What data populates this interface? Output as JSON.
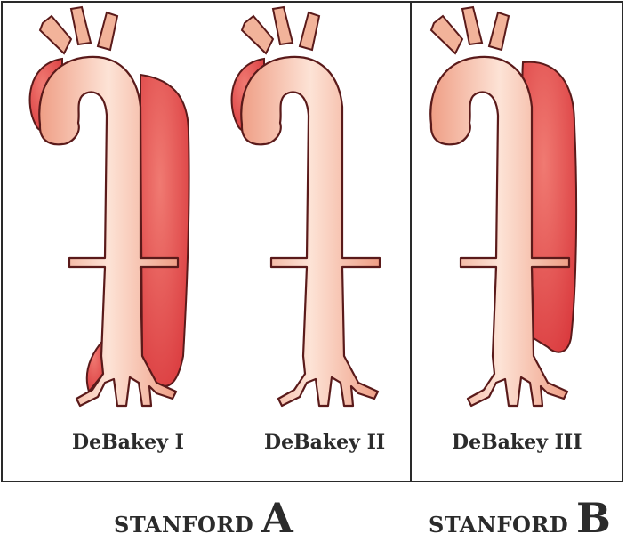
{
  "panels": [
    {
      "label": "DeBakey I"
    },
    {
      "label": "DeBakey II"
    },
    {
      "label": "DeBakey III"
    }
  ],
  "stanford": [
    {
      "word": "STANFORD",
      "letter": "A"
    },
    {
      "word": "STANFORD",
      "letter": "B"
    }
  ],
  "colors": {
    "vessel": "#f2b39a",
    "vessel_light": "#fde3d6",
    "dissection": "#e24848",
    "outline": "#5a1a1a",
    "border": "#2a2a2a"
  }
}
